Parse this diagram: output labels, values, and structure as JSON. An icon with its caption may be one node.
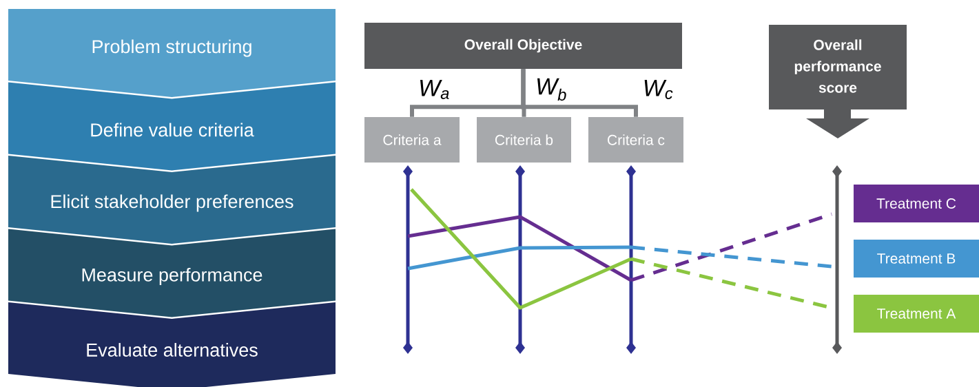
{
  "diagram": {
    "nodes": [
      {
        "text": [
          "Problem structuring"
        ]
      },
      {
        "text": [
          "Define value criteria"
        ]
      },
      {
        "text": [
          "Elicit stakeholder preferences"
        ]
      },
      {
        "text": [
          "Measure performance"
        ]
      },
      {
        "text": [
          "Evaluate alternatives"
        ]
      },
      {
        "text": [
          "Overall Objective"
        ]
      },
      {
        "text": [
          "Criteria a"
        ]
      },
      {
        "text": [
          "Criteria b"
        ]
      },
      {
        "text": [
          "Criteria c"
        ]
      },
      {
        "text": [
          "Overall performance score"
        ]
      },
      {
        "text": [
          "Treatment C"
        ]
      },
      {
        "text": [
          "Treatment B"
        ]
      },
      {
        "text": [
          "Treatment A"
        ]
      }
    ],
    "edges": [
      {
        "from": 5,
        "to": 6,
        "arrow": "none",
        "label": "W$_{a}$"
      },
      {
        "from": 5,
        "to": 7,
        "arrow": "none",
        "label": "W$_{b}$"
      },
      {
        "from": 5,
        "to": 8,
        "arrow": "none",
        "label": "W$_{c}$"
      }
    ]
  }
}
